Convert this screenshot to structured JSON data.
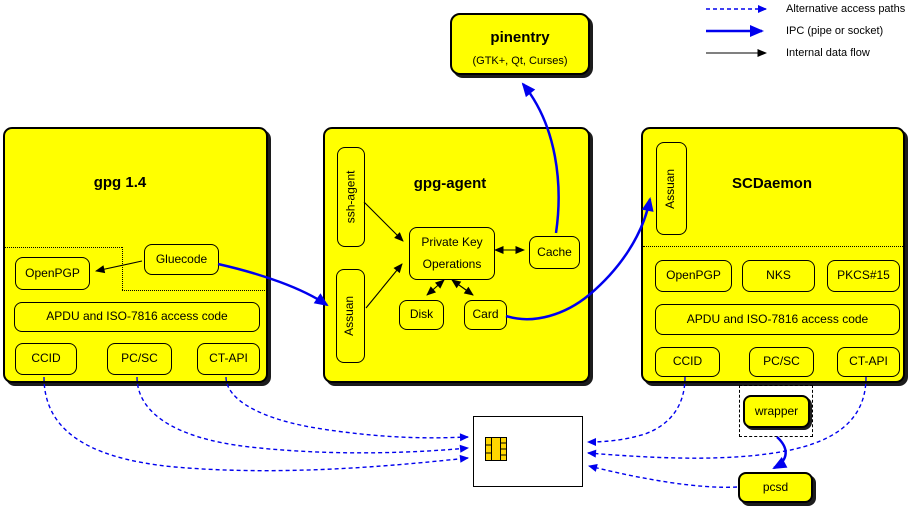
{
  "legend": {
    "items": [
      {
        "label": "Alternative access paths",
        "style": "dashed-blue"
      },
      {
        "label": "IPC (pipe or socket)",
        "style": "solid-blue-thick"
      },
      {
        "label": "Internal data flow",
        "style": "solid-black-thin"
      }
    ]
  },
  "pinentry": {
    "title": "pinentry",
    "subtitle": "(GTK+, Qt, Curses)"
  },
  "gpg14": {
    "title": "gpg 1.4",
    "openpgp": "OpenPGP",
    "gluecode": "Gluecode",
    "apdu": "APDU and ISO-7816 access code",
    "ccid": "CCID",
    "pcsc": "PC/SC",
    "ctapi": "CT-API"
  },
  "gpg_agent": {
    "title": "gpg-agent",
    "ssh_agent": "ssh-agent",
    "assuan": "Assuan",
    "private_key_ops_line1": "Private Key",
    "private_key_ops_line2": "Operations",
    "cache": "Cache",
    "disk": "Disk",
    "card": "Card"
  },
  "scdaemon": {
    "title": "SCDaemon",
    "assuan": "Assuan",
    "openpgp": "OpenPGP",
    "nks": "NKS",
    "pkcs15": "PKCS#15",
    "apdu": "APDU and ISO-7816 access code",
    "ccid": "CCID",
    "pcsc": "PC/SC",
    "ctapi": "CT-API"
  },
  "wrapper": {
    "label": "wrapper"
  },
  "pcsd": {
    "label": "pcsd"
  },
  "colors": {
    "module_yellow": "#ffff00",
    "wire_blue": "#0000ee",
    "wire_black": "#000000",
    "chip_gold": "#ffd700"
  }
}
